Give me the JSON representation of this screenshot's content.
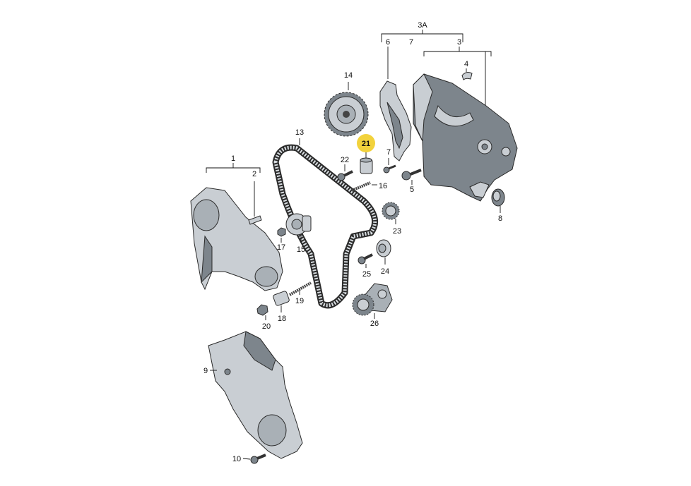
{
  "callouts": {
    "c1": "1",
    "c2": "2",
    "c3": "3",
    "c3A": "3A",
    "c4": "4",
    "c5": "5",
    "c6": "6",
    "c7a": "7",
    "c7b": "7",
    "c8": "8",
    "c9": "9",
    "c10": "10",
    "c13": "13",
    "c14": "14",
    "c15": "15",
    "c16": "16",
    "c17": "17",
    "c18": "18",
    "c19": "19",
    "c20": "20",
    "c21": "21",
    "c22": "22",
    "c23": "23",
    "c24": "24",
    "c25": "25",
    "c26": "26"
  },
  "colors": {
    "highlight": "#f2d23c",
    "part_light": "#c9ced3",
    "part_dark": "#7d858c",
    "line": "#111111"
  }
}
